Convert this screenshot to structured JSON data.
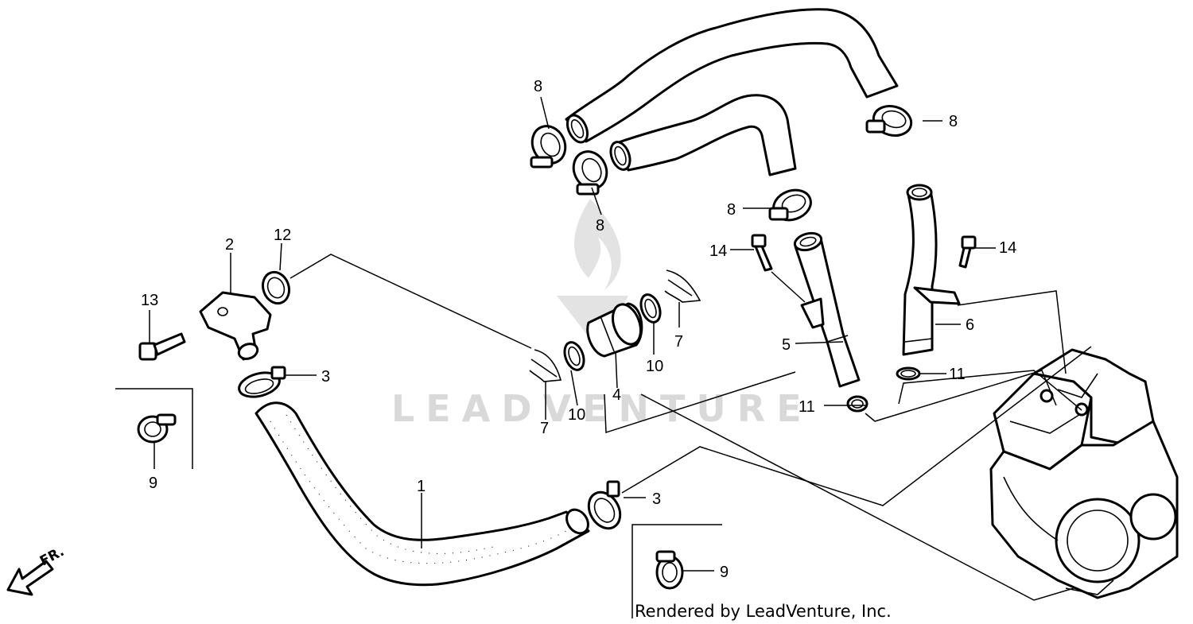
{
  "watermark": {
    "text": "LEADVENTURE",
    "color": "#d9d9d9"
  },
  "credit": "Rendered by LeadVenture, Inc.",
  "direction_label": "FR.",
  "callouts": {
    "p1": "1",
    "p2": "2",
    "p3a": "3",
    "p3b": "3",
    "p4": "4",
    "p5": "5",
    "p6": "6",
    "p7a": "7",
    "p7b": "7",
    "p8a": "8",
    "p8b": "8",
    "p8c": "8",
    "p8d": "8",
    "p9a": "9",
    "p9b": "9",
    "p10a": "10",
    "p10b": "10",
    "p11a": "11",
    "p11b": "11",
    "p12": "12",
    "p13": "13",
    "p14a": "14",
    "p14b": "14"
  },
  "colors": {
    "line": "#000000",
    "background": "#ffffff"
  }
}
